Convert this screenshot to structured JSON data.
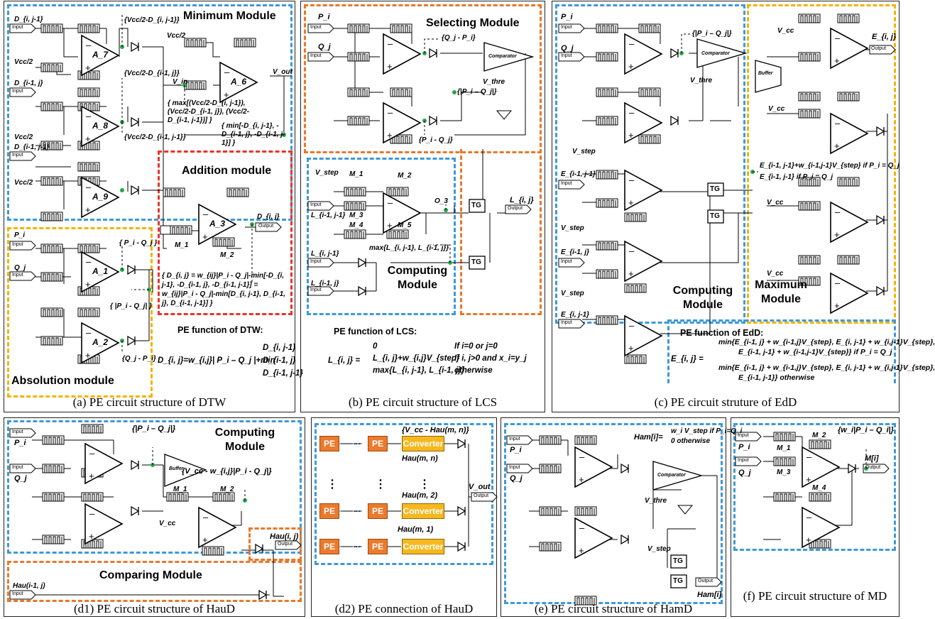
{
  "colors": {
    "blue": "#1f8fd6",
    "orange": "#e8782a",
    "yellow": "#f2b400",
    "red": "#e8332a",
    "pe": "#ec7a2c",
    "converter": "#f7b81f",
    "node": "#27a84a"
  },
  "captions": {
    "a": "(a)  PE circuit structure of DTW",
    "b": "(b)  PE circuit structure of LCS",
    "c": "(c)  PE circuit struture of EdD",
    "d1": "(d1) PE circuit structure of HauD",
    "d2": "(d2) PE connection of HauD",
    "e": "(e) PE circuit structure of HamD",
    "f": "(f) PE circuit structure of MD"
  },
  "modules": {
    "minimum": "Minimum Module",
    "addition": "Addition module",
    "absolution": "Absolution module",
    "selecting": "Selecting Module",
    "computing": "Computing Module",
    "maximum": "Maximum Module",
    "comparing": "Comparing Module"
  },
  "dtw": {
    "inputs": [
      "D_{i, j-1}",
      "Vcc/2",
      "D_{i-1, j}",
      "Vcc/2",
      "D_{i-1, j-1}",
      "Vcc/2",
      "P_i",
      "Q_j"
    ],
    "amps": [
      "A_7",
      "A_8",
      "A_9",
      "A_6",
      "A_3",
      "A_1",
      "A_2"
    ],
    "notes": [
      "{Vcc/2-D_{i, j-1}}",
      "{Vcc/2-D_{i-1, j}}",
      "{Vcc/2-D_{i-1, j-1}}",
      "{ max[(Vcc/2-D_{i, j-1}), (Vcc/2-D_{i-1, j}), (Vcc/2-D_{i-1, j-1})] }",
      "{ min[-D_{i, j-1}, -D_{i-1, j}, -D_{i-1, j-1}] }",
      "{ P_i - Q_j }",
      "{ |P_i - Q_j| }",
      "{Q_j - P_i}",
      "{ D_{i, j} = w_{ij}|P_i - Q_j|-min[-D_{i, j-1}, -D_{i-1, j}, -D_{i-1, j-1}] = w_{ij}|P_i - Q_j|-min[D_{i, j-1}, D_{i-1, j}, D_{i-1, j-1}] }"
    ],
    "vcc2": "Vcc/2",
    "vin": "V_in",
    "vout": "V_out",
    "dout": "D_{i, j}",
    "m1": "M_1",
    "m2": "M_2",
    "function_title": "PE function of DTW:",
    "function": "D_{i, j}=w_{i,j}| P_i – Q_j |+min",
    "function_terms": [
      "D_{i, j-1}",
      "D_{i-1, j}",
      "D_{i-1, j-1}"
    ]
  },
  "lcs": {
    "inputs": [
      "P_i",
      "Q_j",
      "L_{i-1, j-1}",
      "L_{i, j-1}",
      "L_{i-1, j}"
    ],
    "notes": [
      "{Q_j - P_i}",
      "{|P_i – Q_j|}",
      "{P_i - Q_j}",
      "O_3",
      "max{L_{i, j-1}, L_{i-1, j}}"
    ],
    "vstep": "V_step",
    "vthre": "V_thre",
    "comparator": "Comparator",
    "tg": "TG",
    "out": "L_{i, j}",
    "m_labels": [
      "M_1",
      "M_2",
      "M_3",
      "M_4",
      "M_5"
    ],
    "function_title": "PE function of LCS:",
    "function_lhs": "L_{i, j} =",
    "cases": [
      "0",
      "L_{i, j}+w_{i,j}V_{step}",
      "max{L_{i, j-1}, L_{i-1, j}}"
    ],
    "conditions": [
      "If i=0 or j=0",
      "If i, j>0 and x_i=y_j",
      "otherwise"
    ]
  },
  "edd": {
    "inputs": [
      "P_i",
      "Q_j",
      "E_{i-1, j-1}",
      "E_{i-1, j}",
      "E_{i, j-1}"
    ],
    "notes": [
      "{|P_i – Q_j|}",
      "E_{i-1, j-1}+w_{i-1,j-1}V_{step} if P_i = Q_j",
      "E_{i-1, j-1}            if P_i = Q_j"
    ],
    "vcc": "V_cc",
    "vstep": "V_step",
    "vthre": "V_thre",
    "buffer": "Buffer",
    "out": "E_{i, j}",
    "function_title": "PE function of EdD:",
    "function_lhs": "E_{i, j} =",
    "case1": [
      "min{E_{i-1, j} + w_{i-1,j}V_{step}, E_{i, j-1} + w_{i,j-1}V_{step},",
      "E_{i-1, j-1} + w_{i-1,j-1}V_{step}}  if P_i = Q_j"
    ],
    "case2": [
      "min{E_{i-1, j} + w_{i-1,j}V_{step}, E_{i, j-1} + w_{i,j-1}V_{step},",
      "E_{i-1, j-1}}             otherwise"
    ]
  },
  "haud": {
    "inputs": [
      "P_i",
      "Q_j",
      "Hau(i-1, j)"
    ],
    "notes": [
      "{|P_i – Q_j|}",
      "{V_cc - w_{i,j}|P_i - Q_j|}"
    ],
    "vcc": "V_cc",
    "buffer": "Buffer",
    "m1": "M_1",
    "m2": "M_2",
    "out": "Hau(i, j)"
  },
  "haud2": {
    "pe": "PE",
    "converter": "Converter",
    "dots": "...",
    "vdots": "⋮",
    "labels": [
      "{V_cc - Hau(m, n)}",
      "Hau(m, n)",
      "Hau(m, 2)",
      "Hau(m, 1)",
      "V_out"
    ]
  },
  "hamd": {
    "inputs": [
      "P_i",
      "Q_j"
    ],
    "ham": "Ham[i]=",
    "cases": [
      "w_i V_step if P_i=Q_i",
      "0        otherwise"
    ],
    "comparator": "Comparator",
    "vthre": "V_thre",
    "vstep": "V_step",
    "tg": "TG",
    "out": "Ham[i]"
  },
  "md": {
    "inputs": [
      "P_i",
      "Q_j"
    ],
    "note": "{w_i|P_i – Q_i|}",
    "out": "M[i]",
    "m_labels": [
      "M_1",
      "M_2",
      "M_3",
      "M_4"
    ]
  },
  "common": {
    "input": "Input",
    "output": "Output"
  }
}
